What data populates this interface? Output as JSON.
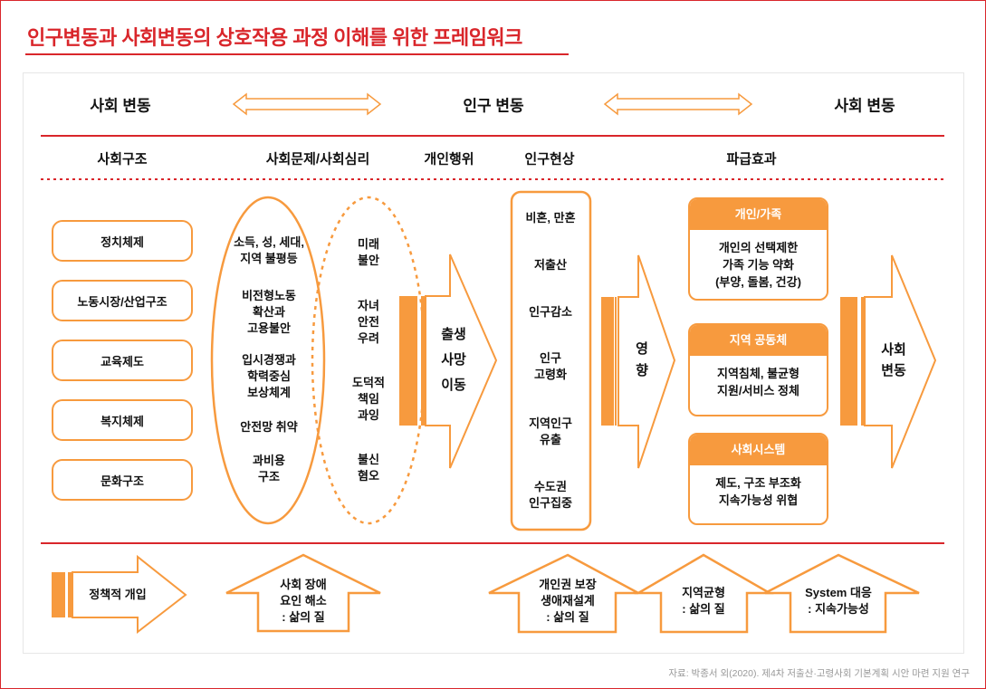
{
  "title": "인구변동과 사회변동의  상호작용 과정 이해를 위한 프레임워크",
  "top_row": {
    "left": "사회 변동",
    "center": "인구 변동",
    "right": "사회 변동"
  },
  "columns": [
    "사회구조",
    "사회문제/사회심리",
    "개인행위",
    "인구현상",
    "파급효과"
  ],
  "social_structure": [
    "정치체제",
    "노동시장/산업구조",
    "교육제도",
    "복지체제",
    "문화구조"
  ],
  "social_problems": [
    [
      "소득, 성, 세대,",
      "지역 불평등"
    ],
    [
      "비전형노동",
      "확산과",
      "고용불안"
    ],
    [
      "입시경쟁과",
      "학력중심",
      "보상체계"
    ],
    [
      "안전망 취약"
    ],
    [
      "과비용",
      "구조"
    ]
  ],
  "social_psychology": [
    [
      "미래",
      "불안"
    ],
    [
      "자녀",
      "안전",
      "우려"
    ],
    [
      "도덕적",
      "책임",
      "과잉"
    ],
    [
      "불신",
      "혐오"
    ]
  ],
  "individual_behavior": [
    "출생",
    "사망",
    "이동"
  ],
  "population_phenomena": [
    [
      "비혼, 만혼"
    ],
    [
      "저출산"
    ],
    [
      "인구감소"
    ],
    [
      "인구",
      "고령화"
    ],
    [
      "지역인구",
      "유출"
    ],
    [
      "수도권",
      "인구집중"
    ]
  ],
  "influence": [
    "영",
    "향"
  ],
  "effects": [
    {
      "title": "개인/가족",
      "lines": [
        "개인의 선택제한",
        "가족 기능 약화",
        "(부양, 돌봄, 건강)"
      ]
    },
    {
      "title": "지역 공동체",
      "lines": [
        "지역침체, 불균형",
        "지원/서비스 정체"
      ]
    },
    {
      "title": "사회시스템",
      "lines": [
        "제도, 구조 부조화",
        "지속가능성 위협"
      ]
    }
  ],
  "social_change": [
    "사회",
    "변동"
  ],
  "bottom": {
    "policy": "정책적 개입",
    "goals": [
      [
        "사회 장애",
        "요인 해소",
        ": 삶의 질"
      ],
      [
        "개인권 보장",
        "생애재설계",
        ": 삶의 질"
      ],
      [
        "지역균형",
        ": 삶의 질"
      ],
      [
        "System 대응",
        ": 지속가능성"
      ]
    ]
  },
  "source": "자료: 박종서 외(2020). 제4차 저출산·고령사회 기본계획 시안 마련 지원 연구",
  "colors": {
    "accent": "#f79a3e",
    "red": "#d9262b"
  }
}
